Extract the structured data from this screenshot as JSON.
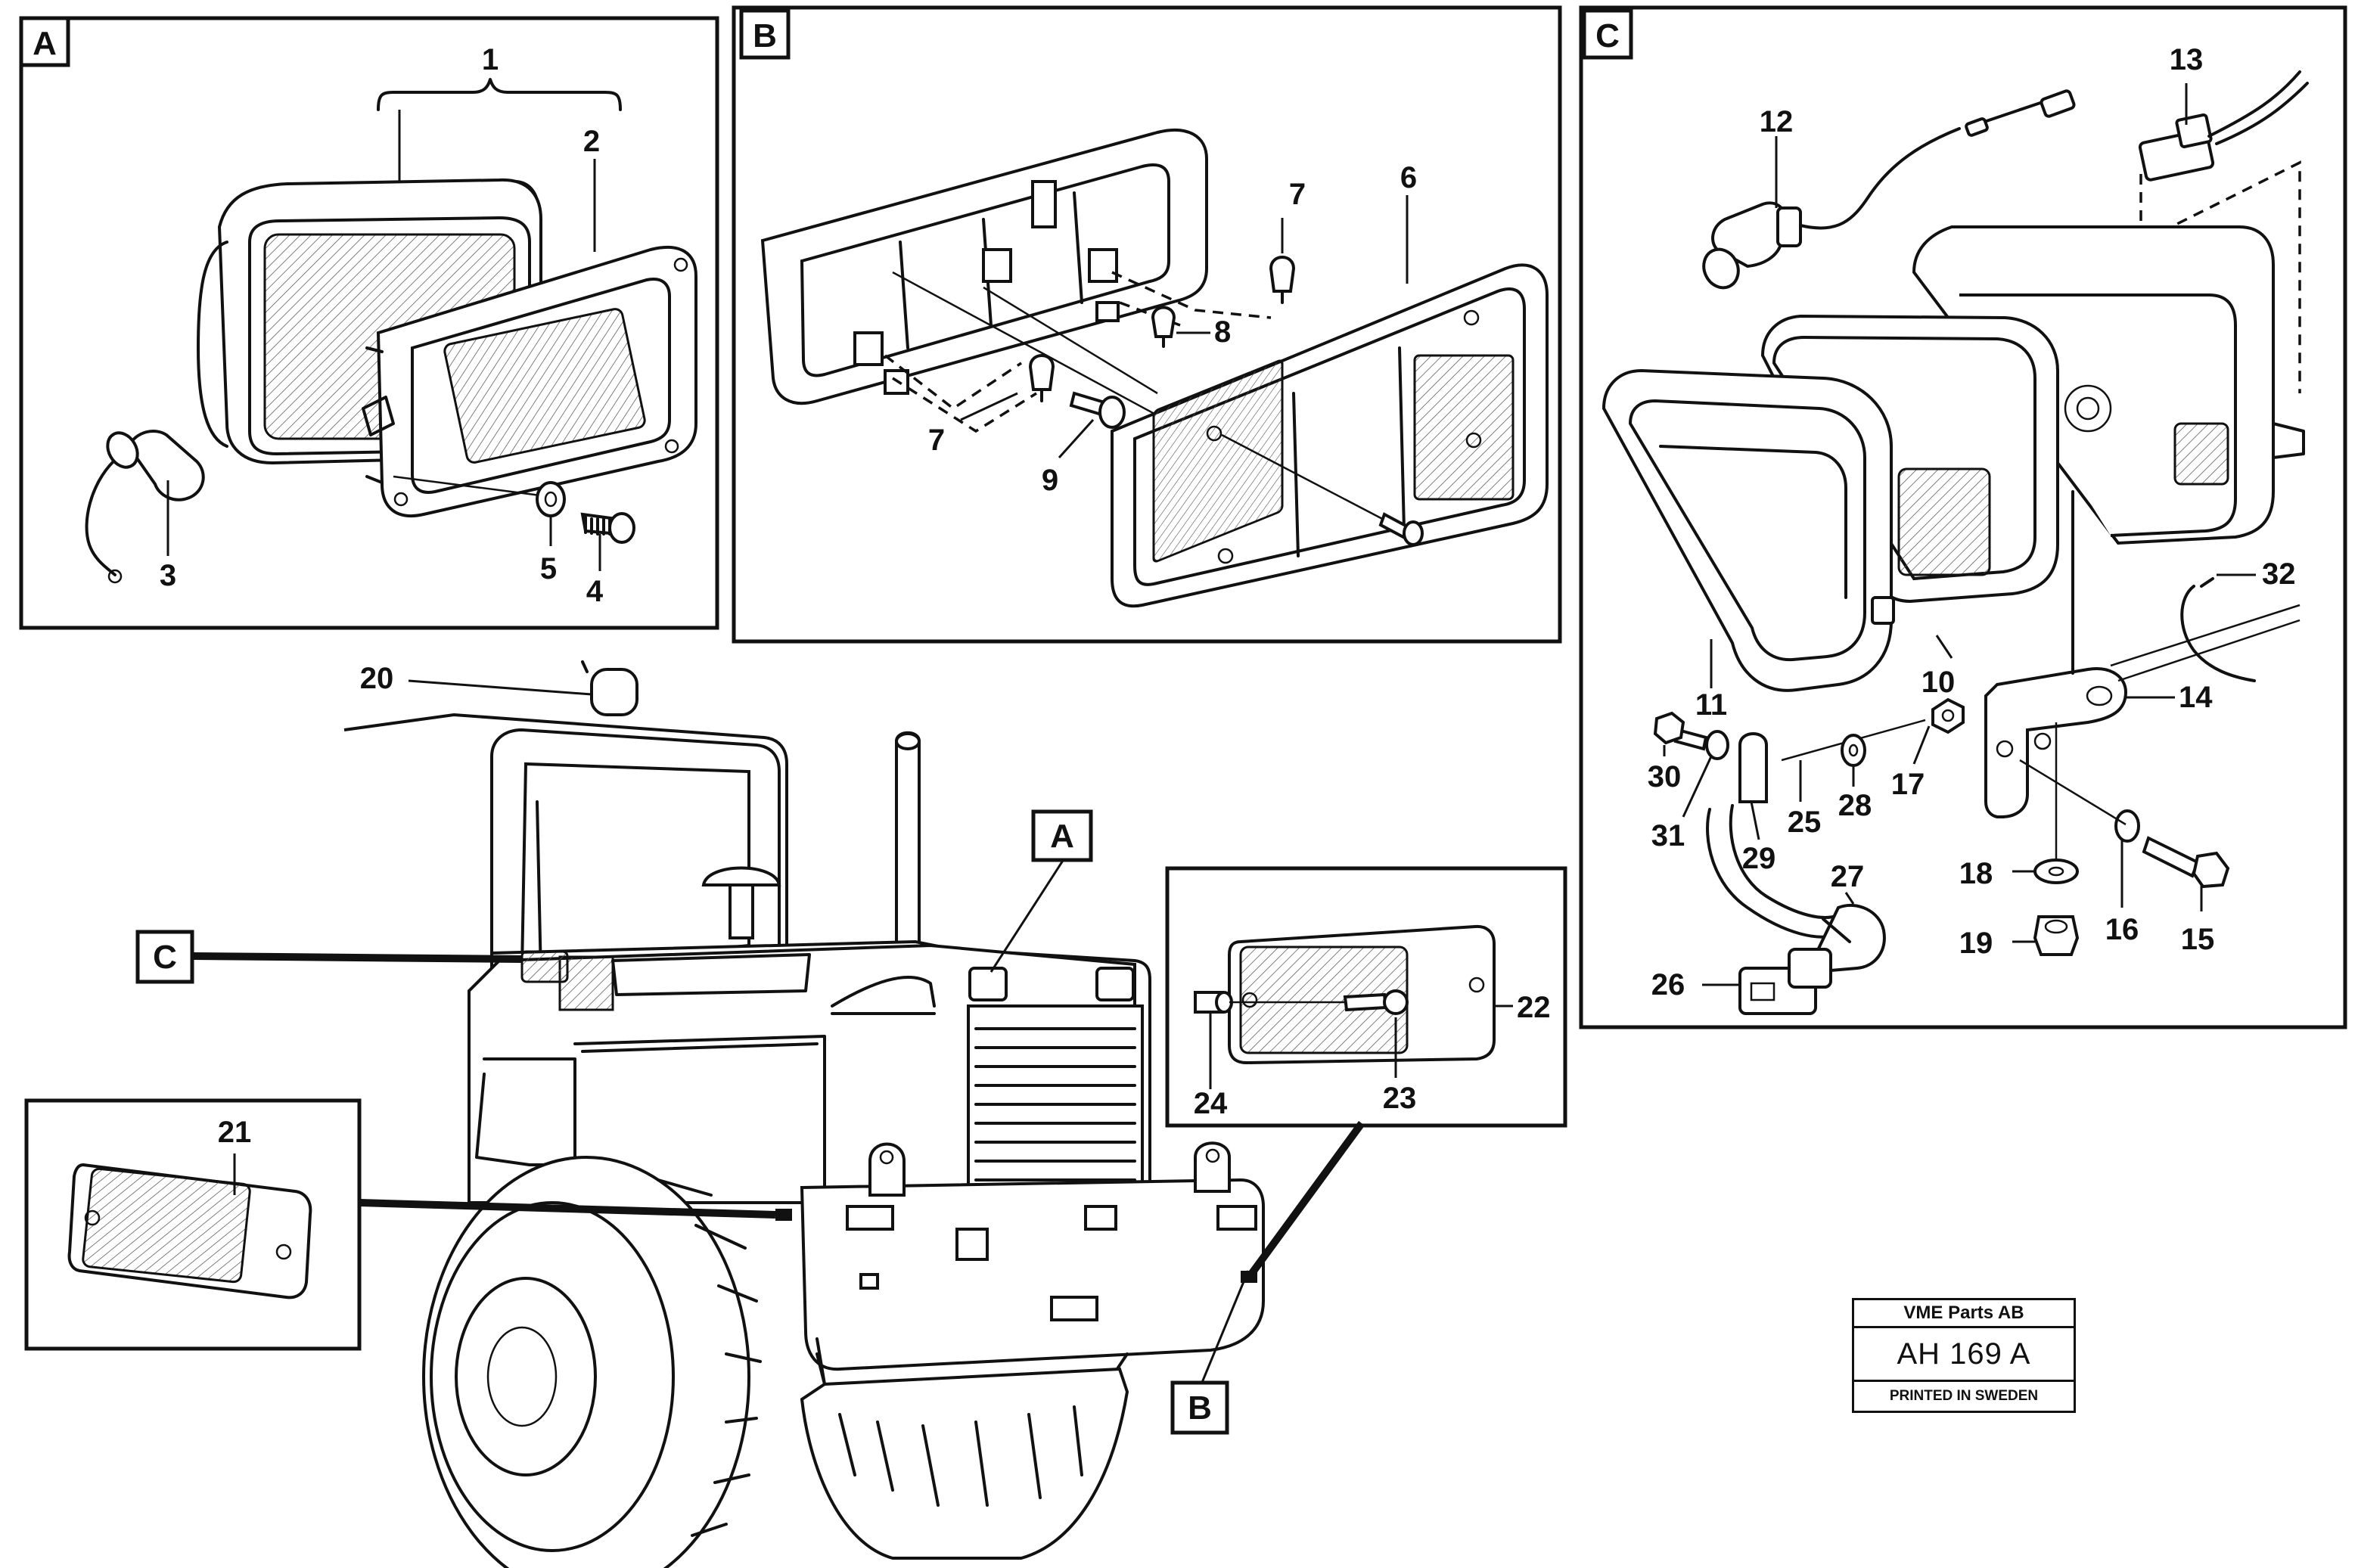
{
  "panels": [
    {
      "letter": "A"
    },
    {
      "letter": "B"
    },
    {
      "letter": "C"
    }
  ],
  "callouts": [
    {
      "letter": "A"
    },
    {
      "letter": "B"
    },
    {
      "letter": "C"
    }
  ],
  "part_numbers": {
    "p1": "1",
    "p2": "2",
    "p3": "3",
    "p4": "4",
    "p5": "5",
    "p6": "6",
    "p7a": "7",
    "p7b": "7",
    "p8": "8",
    "p9": "9",
    "p10": "10",
    "p11": "11",
    "p12": "12",
    "p13": "13",
    "p14": "14",
    "p15": "15",
    "p16": "16",
    "p17": "17",
    "p18": "18",
    "p19": "19",
    "p20": "20",
    "p21": "21",
    "p22": "22",
    "p23": "23",
    "p24": "24",
    "p25": "25",
    "p26": "26",
    "p27": "27",
    "p28": "28",
    "p29": "29",
    "p30": "30",
    "p31": "31",
    "p32": "32"
  },
  "title_block": {
    "company": "VME Parts AB",
    "drawing_number": "AH 169 A",
    "printed": "PRINTED IN SWEDEN"
  }
}
